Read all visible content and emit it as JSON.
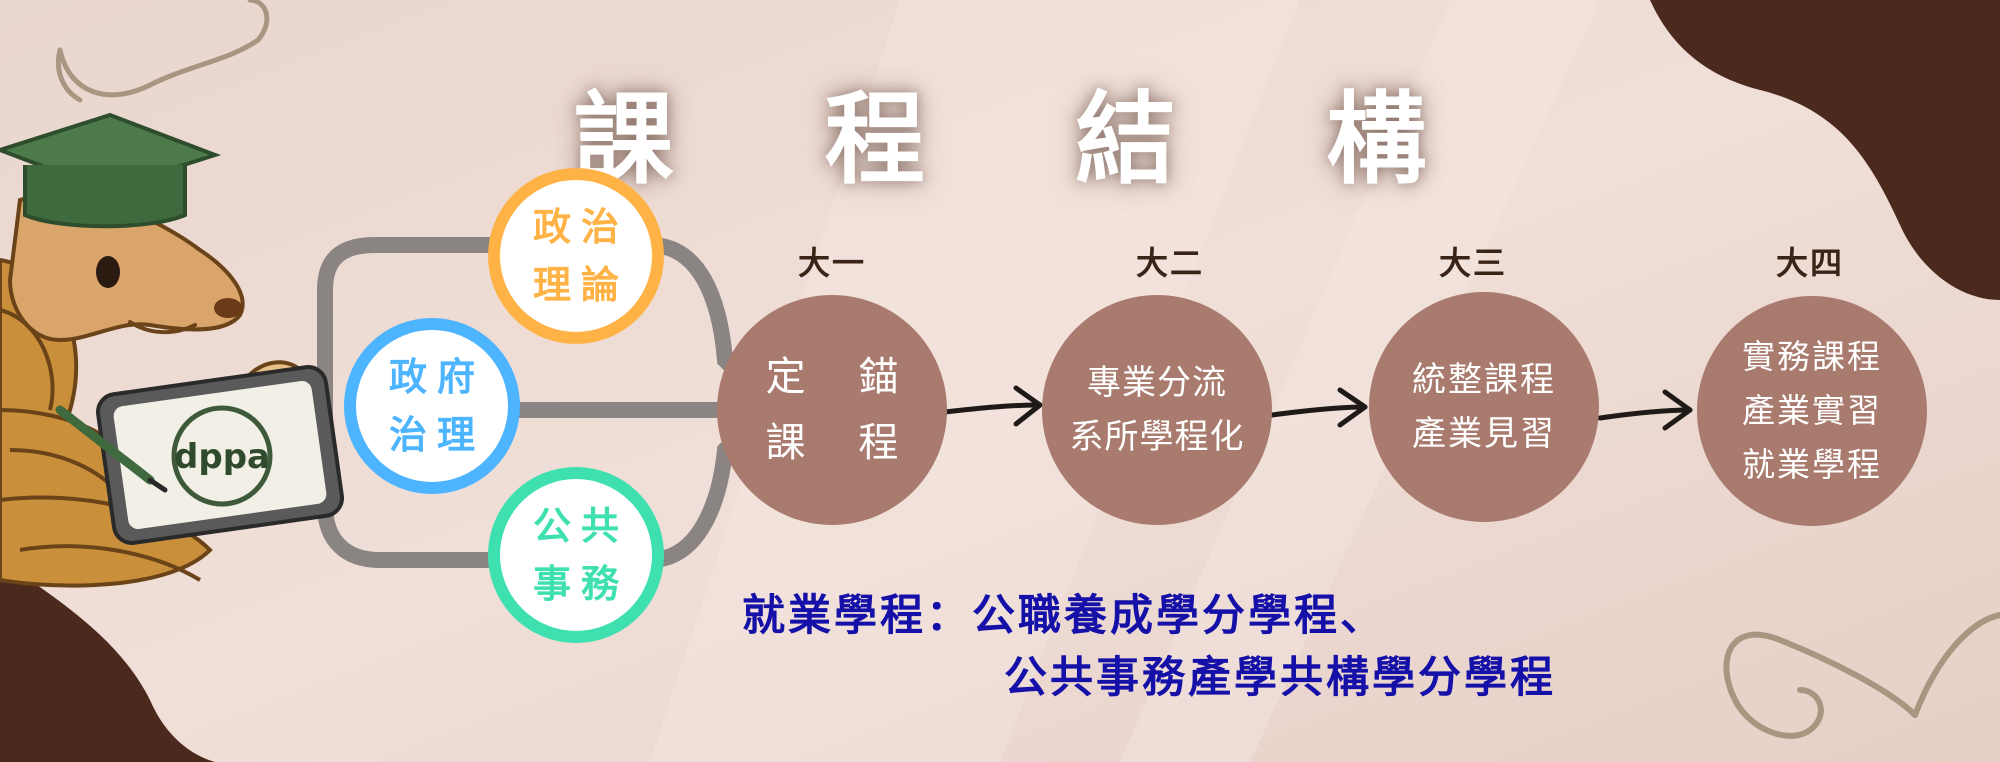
{
  "title": "課 程 結 構",
  "topics": [
    {
      "line1": "政治",
      "line2": "理論",
      "color": "#ffb347"
    },
    {
      "line1": "政府",
      "line2": "治理",
      "color": "#4db4ff"
    },
    {
      "line1": "公共",
      "line2": "事務",
      "color": "#3ee0b0"
    }
  ],
  "stages": [
    {
      "year": "大一",
      "lines": [
        "定 錨",
        "課 程"
      ]
    },
    {
      "year": "大二",
      "lines": [
        "專業分流",
        "系所學程化"
      ]
    },
    {
      "year": "大三",
      "lines": [
        "統整課程",
        "產業見習"
      ]
    },
    {
      "year": "大四",
      "lines": [
        "實務課程",
        "產業實習",
        "就業學程"
      ]
    }
  ],
  "note": {
    "label": "就業學程：",
    "line1": "公職養成學分學程、",
    "line2": "公共事務產學共構學分學程"
  },
  "mascot": {
    "tablet_logo": "dppa"
  },
  "colors": {
    "stage_fill": "#a97b6e",
    "note_text": "#1410a8",
    "connector": "#8a8482",
    "dark_corner": "#4b2a1d"
  }
}
